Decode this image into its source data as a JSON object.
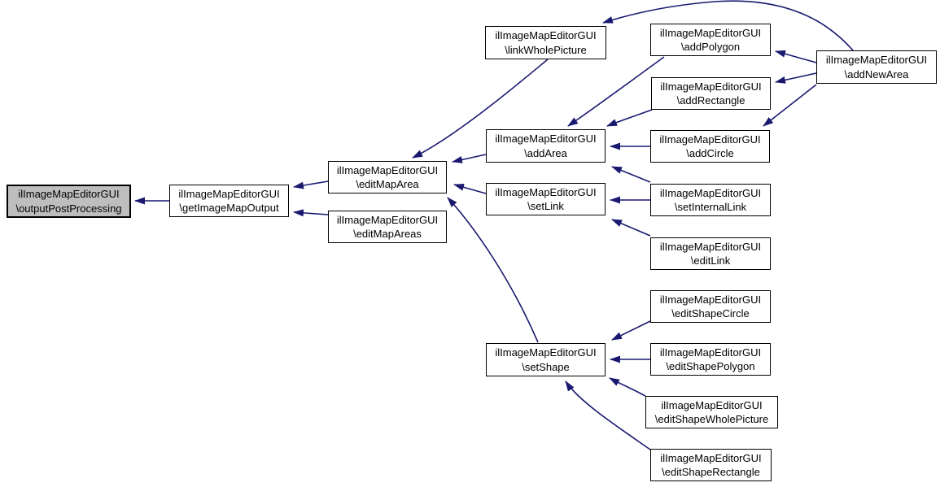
{
  "graph": {
    "kind": "doxygen-caller-graph",
    "class_prefix": "ilImageMapEditorGUI",
    "colors": {
      "edge": "#191970",
      "node_fill": "#ffffff",
      "node_border": "#000000",
      "highlight_fill": "#bebebe",
      "text": "#000000",
      "background": "#ffffff"
    },
    "nodes": [
      {
        "id": "outputPostProcessing",
        "line1": "ilImageMapEditorGUI",
        "line2": "\\outputPostProcessing",
        "highlighted": true
      },
      {
        "id": "getImageMapOutput",
        "line1": "ilImageMapEditorGUI",
        "line2": "\\getImageMapOutput",
        "highlighted": false
      },
      {
        "id": "editMapArea",
        "line1": "ilImageMapEditorGUI",
        "line2": "\\editMapArea",
        "highlighted": false
      },
      {
        "id": "editMapAreas",
        "line1": "ilImageMapEditorGUI",
        "line2": "\\editMapAreas",
        "highlighted": false
      },
      {
        "id": "linkWholePicture",
        "line1": "ilImageMapEditorGUI",
        "line2": "\\linkWholePicture",
        "highlighted": false
      },
      {
        "id": "addArea",
        "line1": "ilImageMapEditorGUI",
        "line2": "\\addArea",
        "highlighted": false
      },
      {
        "id": "setLink",
        "line1": "ilImageMapEditorGUI",
        "line2": "\\setLink",
        "highlighted": false
      },
      {
        "id": "setShape",
        "line1": "ilImageMapEditorGUI",
        "line2": "\\setShape",
        "highlighted": false
      },
      {
        "id": "addPolygon",
        "line1": "ilImageMapEditorGUI",
        "line2": "\\addPolygon",
        "highlighted": false
      },
      {
        "id": "addRectangle",
        "line1": "ilImageMapEditorGUI",
        "line2": "\\addRectangle",
        "highlighted": false
      },
      {
        "id": "addCircle",
        "line1": "ilImageMapEditorGUI",
        "line2": "\\addCircle",
        "highlighted": false
      },
      {
        "id": "setInternalLink",
        "line1": "ilImageMapEditorGUI",
        "line2": "\\setInternalLink",
        "highlighted": false
      },
      {
        "id": "editLink",
        "line1": "ilImageMapEditorGUI",
        "line2": "\\editLink",
        "highlighted": false
      },
      {
        "id": "editShapeCircle",
        "line1": "ilImageMapEditorGUI",
        "line2": "\\editShapeCircle",
        "highlighted": false
      },
      {
        "id": "editShapePolygon",
        "line1": "ilImageMapEditorGUI",
        "line2": "\\editShapePolygon",
        "highlighted": false
      },
      {
        "id": "editShapeWholePicture",
        "line1": "ilImageMapEditorGUI",
        "line2": "\\editShapeWholePicture",
        "highlighted": false
      },
      {
        "id": "editShapeRectangle",
        "line1": "ilImageMapEditorGUI",
        "line2": "\\editShapeRectangle",
        "highlighted": false
      },
      {
        "id": "addNewArea",
        "line1": "ilImageMapEditorGUI",
        "line2": "\\addNewArea",
        "highlighted": false
      }
    ],
    "edges": [
      {
        "from": "getImageMapOutput",
        "to": "outputPostProcessing"
      },
      {
        "from": "editMapArea",
        "to": "getImageMapOutput"
      },
      {
        "from": "editMapAreas",
        "to": "getImageMapOutput"
      },
      {
        "from": "linkWholePicture",
        "to": "editMapArea"
      },
      {
        "from": "addArea",
        "to": "editMapArea"
      },
      {
        "from": "setLink",
        "to": "editMapArea"
      },
      {
        "from": "setShape",
        "to": "editMapArea"
      },
      {
        "from": "addPolygon",
        "to": "addArea"
      },
      {
        "from": "addRectangle",
        "to": "addArea"
      },
      {
        "from": "addCircle",
        "to": "addArea"
      },
      {
        "from": "setInternalLink",
        "to": "addArea"
      },
      {
        "from": "setInternalLink",
        "to": "setLink"
      },
      {
        "from": "editLink",
        "to": "setLink"
      },
      {
        "from": "addNewArea",
        "to": "addPolygon"
      },
      {
        "from": "addNewArea",
        "to": "addRectangle"
      },
      {
        "from": "addNewArea",
        "to": "addCircle"
      },
      {
        "from": "addNewArea",
        "to": "linkWholePicture"
      },
      {
        "from": "editShapeCircle",
        "to": "setShape"
      },
      {
        "from": "editShapePolygon",
        "to": "setShape"
      },
      {
        "from": "editShapeWholePicture",
        "to": "setShape"
      },
      {
        "from": "editShapeRectangle",
        "to": "setShape"
      }
    ]
  }
}
